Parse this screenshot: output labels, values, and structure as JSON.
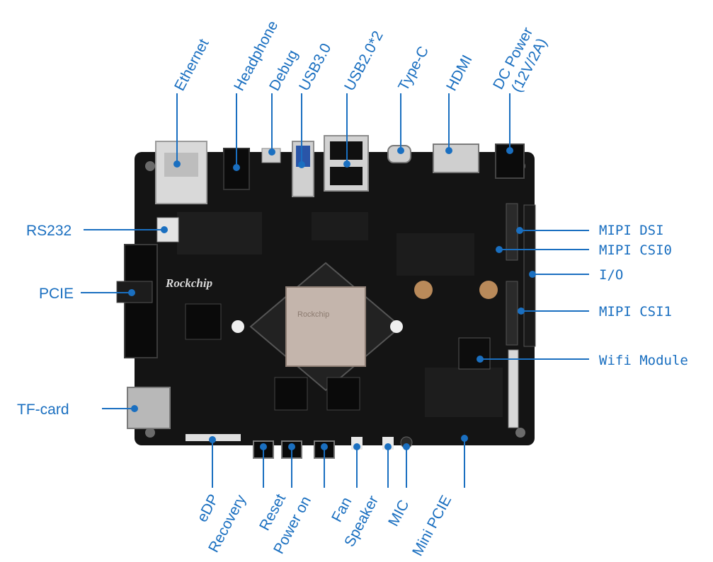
{
  "labels": {
    "ethernet": "Ethernet",
    "headphone": "Headphone",
    "debug": "Debug",
    "usb3": "USB3.0",
    "usb2": "USB2.0*2",
    "typec": "Type-C",
    "hdmi": "HDMI",
    "dc_power_line1": "DC Power",
    "dc_power_line2": "(12V/2A)",
    "rs232": "RS232",
    "pcie": "PCIE",
    "tf_card": "TF-card",
    "mipi_dsi": "MIPI DSI",
    "mipi_csi0": "MIPI CSI0",
    "io": "I/O",
    "mipi_csi1": "MIPI CSI1",
    "wifi_module": "Wifi Module",
    "edp": "eDP",
    "recovery": "Recovery",
    "reset": "Reset",
    "power_on": "Power on",
    "fan": "Fan",
    "speaker": "Speaker",
    "mic": "MIC",
    "mini_pcie": "Mini PCIE"
  },
  "board": {
    "brand": "Rockchip",
    "soc_marking": "Rockchip"
  },
  "colors": {
    "accent": "#1a6fc0",
    "board": "#141414"
  }
}
